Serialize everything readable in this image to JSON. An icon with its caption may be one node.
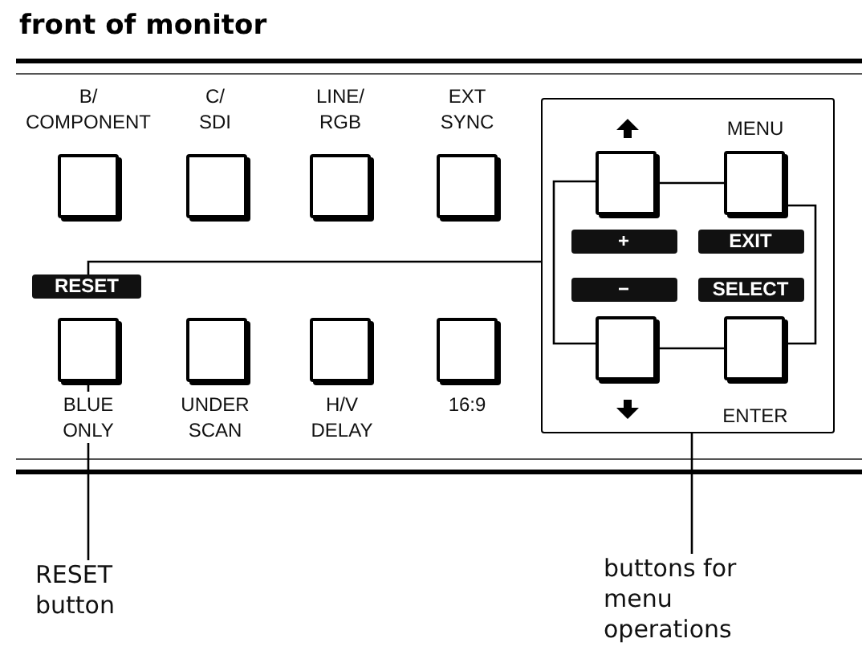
{
  "diagram": {
    "title": "front of monitor",
    "nodes": [
      {
        "text": [],
        "shape": "box",
        "beside": [
          "B/ COMPONENT"
        ]
      },
      {
        "text": [],
        "shape": "box",
        "beside": [
          "C/ SDI"
        ]
      },
      {
        "text": [],
        "shape": "box",
        "beside": [
          "LINE/ RGB"
        ]
      },
      {
        "text": [],
        "shape": "box",
        "beside": [
          "EXT SYNC"
        ]
      },
      {
        "text": [],
        "shape": "box"
      },
      {
        "text": [],
        "shape": "box",
        "in": 4
      },
      {
        "text": [],
        "shape": "box",
        "in": 4,
        "beside": [
          "MENU"
        ]
      },
      {
        "text": [
          "+"
        ],
        "in": 4
      },
      {
        "text": [
          "EXIT"
        ],
        "in": 4
      },
      {
        "text": [
          "RESET"
        ]
      },
      {
        "text": [
          "−"
        ],
        "in": 4
      },
      {
        "text": [
          "SELECT"
        ],
        "in": 4
      },
      {
        "text": [],
        "shape": "box",
        "beside": [
          "BLUE ONLY"
        ]
      },
      {
        "text": [],
        "shape": "box",
        "beside": [
          "UNDER SCAN"
        ]
      },
      {
        "text": [],
        "shape": "box",
        "beside": [
          "H/V DELAY"
        ]
      },
      {
        "text": [],
        "shape": "box",
        "beside": [
          "16:9"
        ]
      },
      {
        "text": [],
        "shape": "box",
        "in": 4
      },
      {
        "text": [],
        "shape": "box",
        "in": 4,
        "beside": [
          "ENTER"
        ]
      },
      {
        "text": [
          "RESET button"
        ]
      },
      {
        "text": [
          "buttons for menu operations"
        ]
      }
    ],
    "edges": [
      {
        "from": 9,
        "to": 4,
        "arrow": "none"
      },
      {
        "from": 5,
        "to": 6,
        "arrow": "none"
      },
      {
        "from": 5,
        "to": 16,
        "arrow": "none"
      },
      {
        "from": 6,
        "to": 17,
        "arrow": "none"
      },
      {
        "from": 16,
        "to": 17,
        "arrow": "none"
      },
      {
        "from": 18,
        "to": 12,
        "arrow": "none"
      },
      {
        "from": 19,
        "to": 4,
        "arrow": "none"
      }
    ]
  }
}
